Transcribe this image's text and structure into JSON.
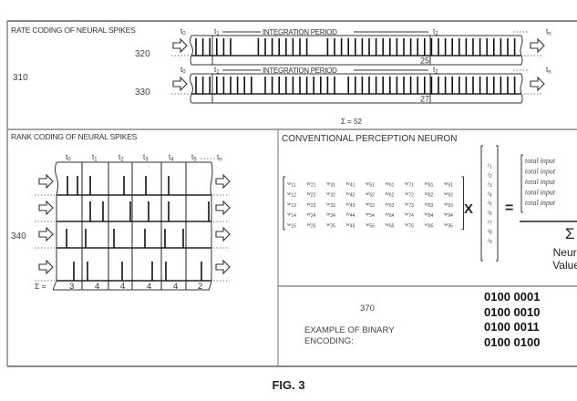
{
  "figure": {
    "caption": "FIG. 3",
    "rate_coding": {
      "title": "RATE CODING OF NEURAL SPIKES",
      "group_ref": "310",
      "integration_label": "INTEGRATION PERIOD",
      "time_start": "t0",
      "time_t1": "t1",
      "time_t2": "t2",
      "time_end": "tn",
      "trains": [
        {
          "ref": "320",
          "count": "25"
        },
        {
          "ref": "330",
          "count": "27"
        }
      ],
      "sum_label": "Σ = 52"
    },
    "rank_coding": {
      "title": "RANK CODING OF NEURAL SPIKES",
      "ref": "340",
      "time_labels": [
        "t0",
        "t1",
        "t2",
        "t3",
        "t4",
        "t5",
        "tn"
      ],
      "sum_prefix": "Σ =",
      "column_sums": [
        "3",
        "4",
        "4",
        "4",
        "4",
        "2"
      ]
    },
    "perceptron": {
      "title": "CONVENTIONAL PERCEPTION NEURON",
      "weights": [
        [
          "w11",
          "w21",
          "w31",
          "w41",
          "w51",
          "w61",
          "w71",
          "w81",
          "w91"
        ],
        [
          "w12",
          "w22",
          "w32",
          "w42",
          "w52",
          "w62",
          "w72",
          "w82",
          "w92"
        ],
        [
          "w13",
          "w23",
          "w33",
          "w43",
          "w53",
          "w63",
          "w73",
          "w83",
          "w93"
        ],
        [
          "w14",
          "w24",
          "w34",
          "w44",
          "w54",
          "w64",
          "w74",
          "w84",
          "w94"
        ],
        [
          "w15",
          "w25",
          "w35",
          "w45",
          "w55",
          "w65",
          "w75",
          "w85",
          "w95"
        ]
      ],
      "times_symbol": "X",
      "inputs": [
        "i1",
        "i2",
        "i3",
        "i4",
        "i5",
        "i6",
        "i7",
        "i8",
        "i9"
      ],
      "equals_symbol": "=",
      "outputs": [
        "total input",
        "total input",
        "total input",
        "total input",
        "total input"
      ],
      "sum_symbol": "Σ",
      "neuron_value_line1": "Neuron",
      "neuron_value_line2": "Value"
    },
    "binary": {
      "ref": "370",
      "label_line1": "EXAMPLE OF BINARY",
      "label_line2": "ENCODING:",
      "codes": [
        "0100 0001",
        "0100 0010",
        "0100 0011",
        "0100 0100"
      ]
    }
  }
}
